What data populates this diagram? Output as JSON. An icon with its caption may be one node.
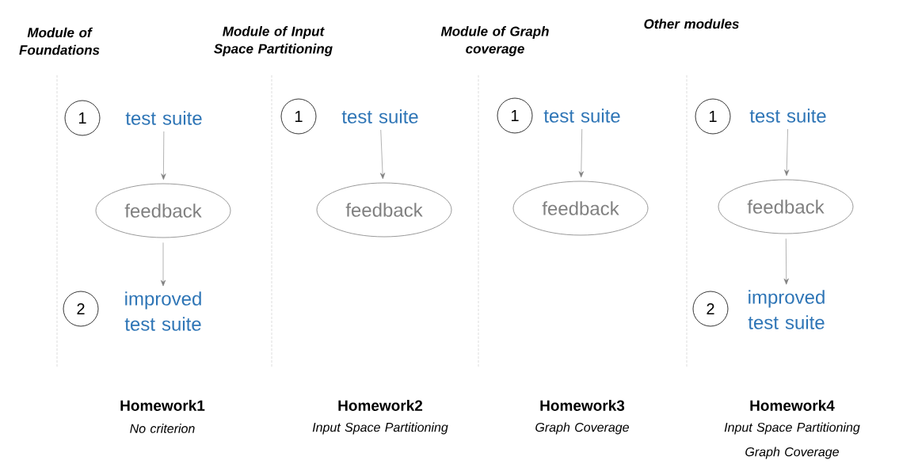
{
  "diagram": {
    "nodes": [
      {
        "text": [
          "1"
        ]
      },
      {
        "text": [
          "test suite"
        ]
      },
      {
        "text": [
          "feedback"
        ]
      },
      {
        "text": [
          "2"
        ]
      },
      {
        "text": [
          "improved test suite"
        ]
      },
      {
        "text": [
          "1"
        ]
      },
      {
        "text": [
          "test suite"
        ]
      },
      {
        "text": [
          "feedback"
        ]
      },
      {
        "text": [
          "1"
        ]
      },
      {
        "text": [
          "test suite"
        ]
      },
      {
        "text": [
          "feedback"
        ]
      },
      {
        "text": [
          "1"
        ]
      },
      {
        "text": [
          "test suite"
        ]
      },
      {
        "text": [
          "feedback"
        ]
      },
      {
        "text": [
          "2"
        ]
      },
      {
        "text": [
          "improved test suite"
        ]
      }
    ],
    "edges": [
      {
        "from": 1,
        "to": 2,
        "arrow": "to"
      },
      {
        "from": 2,
        "to": 4,
        "arrow": "to"
      },
      {
        "from": 6,
        "to": 7,
        "arrow": "to"
      },
      {
        "from": 9,
        "to": 10,
        "arrow": "to"
      },
      {
        "from": 12,
        "to": 13,
        "arrow": "to"
      },
      {
        "from": 13,
        "to": 15,
        "arrow": "to"
      }
    ],
    "labels": [
      "Module of Foundations",
      "Module of Input Space Partitioning",
      "Module of Graph coverage",
      "Other modules",
      "Homework1",
      "No criterion",
      "Homework2",
      "Input Space Partitioning",
      "Homework3",
      "Graph Coverage",
      "Homework4",
      "Input Space Partitioning",
      "Graph Coverage"
    ]
  }
}
